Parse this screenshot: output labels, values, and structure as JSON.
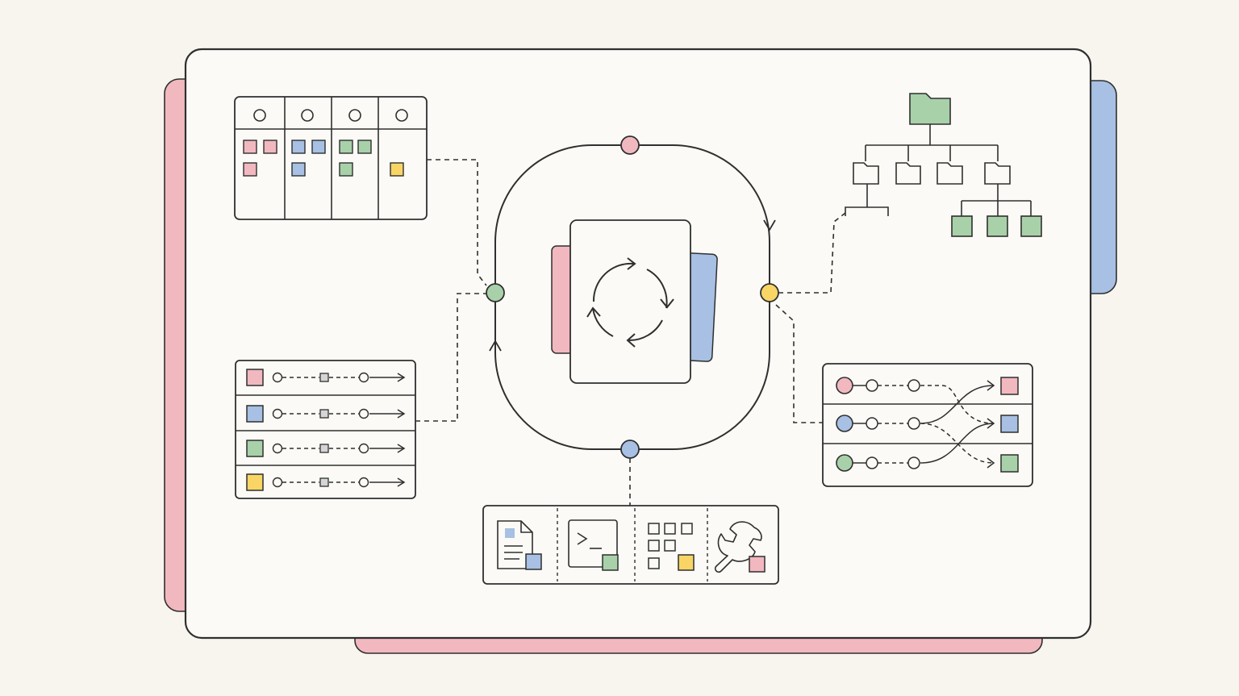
{
  "colors": {
    "background": "#f8f5ee",
    "card": "#fbfaf6",
    "ink": "#2f2f2f",
    "pink": "#f2b8bf",
    "blue": "#a7c0e3",
    "green": "#a9d1a9",
    "yellow": "#f8d565"
  },
  "icons": {
    "main_card": "whiteboard-card",
    "kanban": "kanban-board-icon",
    "pipeline_list": "pipeline-list-icon",
    "cycle": "refresh-cycle-icon",
    "folder_tree": "folder-tree-icon",
    "branching": "branch-merge-icon",
    "toolbar": [
      "document-icon",
      "terminal-icon",
      "grid-apps-icon",
      "wrench-icon"
    ]
  },
  "nodes": {
    "top": "pink",
    "left": "green",
    "right": "yellow",
    "bottom": "blue"
  },
  "kanban_columns": [
    [
      "pink",
      "pink",
      "pink"
    ],
    [
      "blue",
      "blue",
      "blue"
    ],
    [
      "green",
      "green",
      "green"
    ],
    [
      "yellow"
    ]
  ],
  "pipeline_rows": [
    "pink",
    "blue",
    "green",
    "yellow"
  ],
  "branch_rows": [
    {
      "start": "pink",
      "end": "pink"
    },
    {
      "start": "blue",
      "end": "blue"
    },
    {
      "start": "green",
      "end": "green"
    }
  ],
  "toolbar_badges": [
    "blue",
    "green",
    "yellow",
    "pink"
  ]
}
